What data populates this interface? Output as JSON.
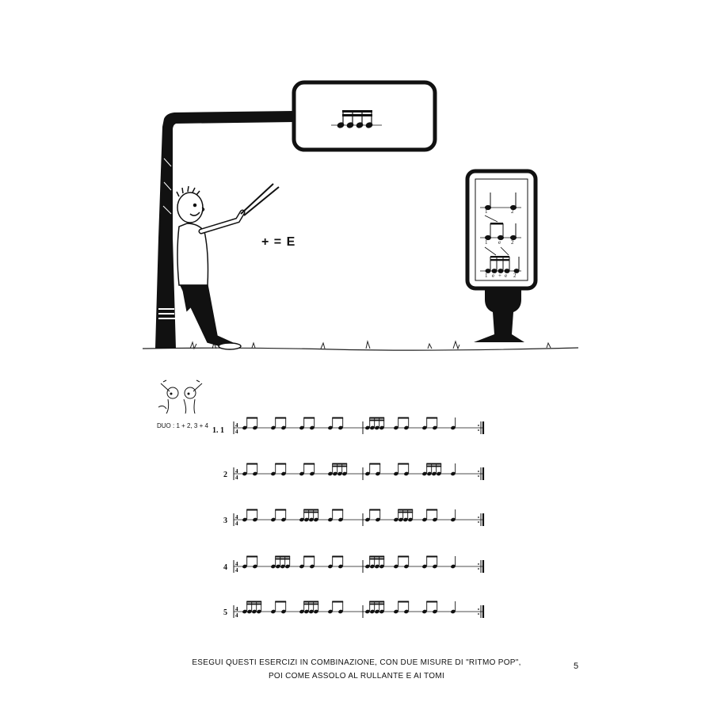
{
  "illustration": {
    "equation": "+ = E",
    "counts_top": [
      "1",
      "2"
    ],
    "counts_mid": [
      "1",
      "e",
      "2"
    ],
    "counts_bot": [
      "1",
      "e",
      "+",
      "e",
      "2"
    ]
  },
  "duo_label": "DUO : 1 + 2, 3 + 4",
  "exercises": [
    {
      "label": "1. 1",
      "beats": [
        [
          "8",
          "8"
        ],
        [
          "8",
          "8"
        ],
        [
          "8",
          "8"
        ],
        [
          "8",
          "8"
        ],
        [
          "16x4"
        ],
        [
          "8",
          "8"
        ],
        [
          "8",
          "8"
        ],
        [
          "q"
        ]
      ]
    },
    {
      "label": "2",
      "beats": [
        [
          "8",
          "8"
        ],
        [
          "8",
          "8"
        ],
        [
          "8",
          "8"
        ],
        [
          "16x4"
        ],
        [
          "8",
          "8"
        ],
        [
          "8",
          "8"
        ],
        [
          "16x4"
        ],
        [
          "q"
        ]
      ]
    },
    {
      "label": "3",
      "beats": [
        [
          "8",
          "8"
        ],
        [
          "8",
          "8"
        ],
        [
          "16x4"
        ],
        [
          "8",
          "8"
        ],
        [
          "8",
          "8"
        ],
        [
          "16x4"
        ],
        [
          "8",
          "8"
        ],
        [
          "q"
        ]
      ]
    },
    {
      "label": "4",
      "beats": [
        [
          "8",
          "8"
        ],
        [
          "16x4"
        ],
        [
          "8",
          "8"
        ],
        [
          "8",
          "8"
        ],
        [
          "16x4"
        ],
        [
          "8",
          "8"
        ],
        [
          "8",
          "8"
        ],
        [
          "q"
        ]
      ]
    },
    {
      "label": "5",
      "beats": [
        [
          "16x4"
        ],
        [
          "8",
          "8"
        ],
        [
          "16x4"
        ],
        [
          "8",
          "8"
        ],
        [
          "16x4"
        ],
        [
          "8",
          "8"
        ],
        [
          "8",
          "8"
        ],
        [
          "q"
        ]
      ]
    }
  ],
  "instructions_line1": "ESEGUI QUESTI ESERCIZI IN COMBINAZIONE, CON DUE MISURE DI \"RITMO POP\",",
  "instructions_line2": "POI COME ASSOLO AL RULLANTE E AI TOMI",
  "page_number": "5"
}
